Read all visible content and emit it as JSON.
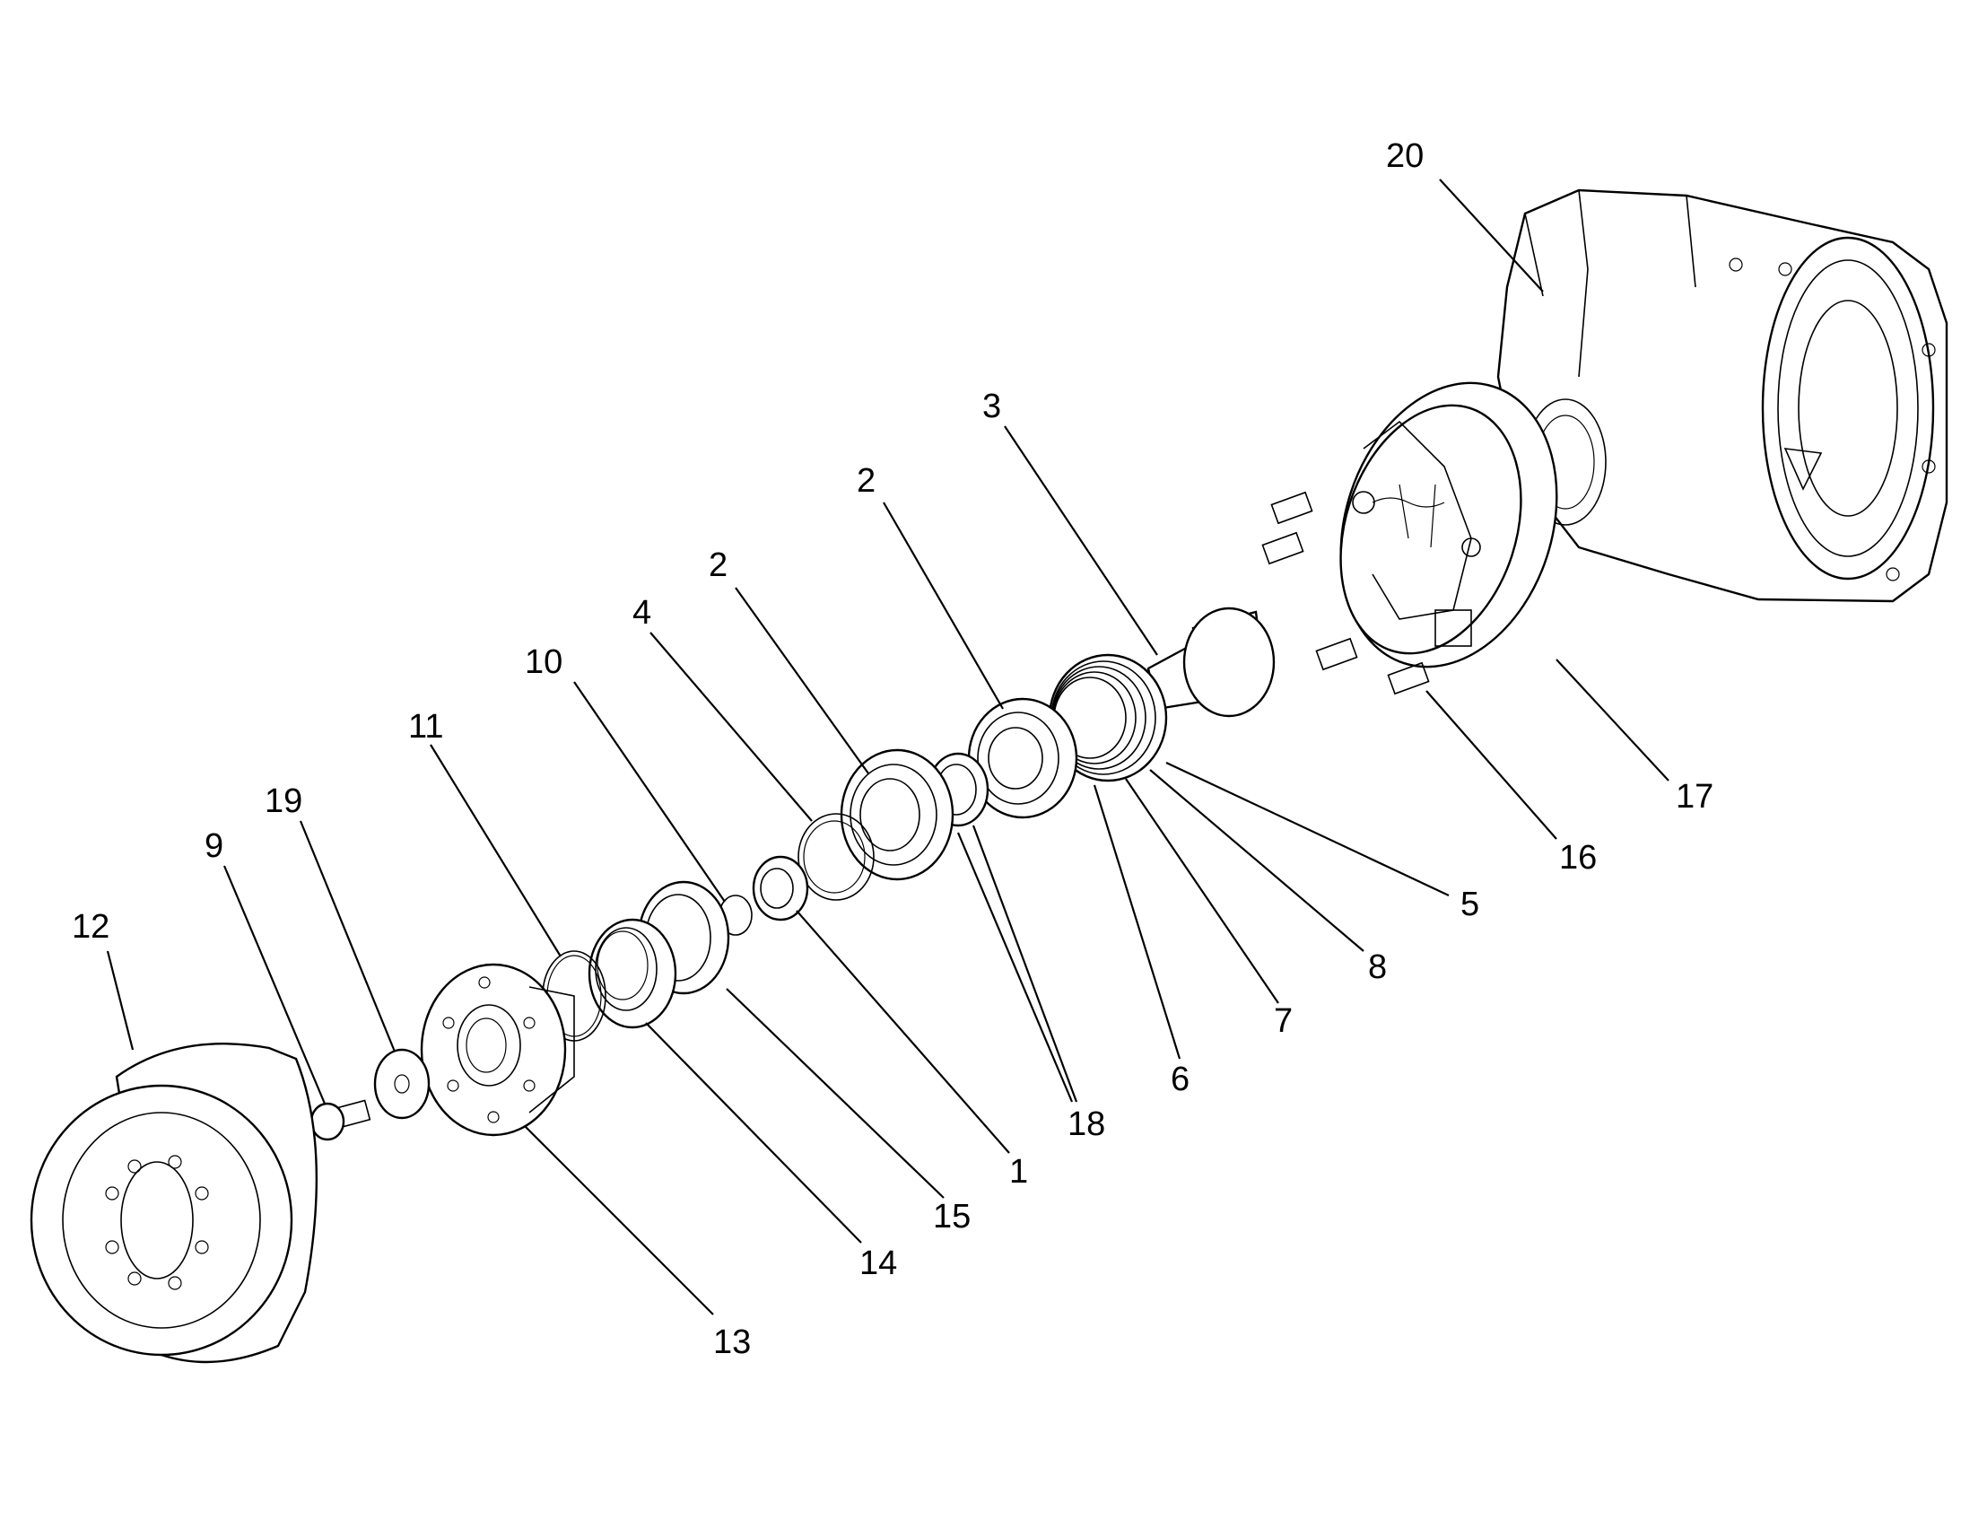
{
  "callouts": [
    {
      "id": "c20",
      "text": "20"
    },
    {
      "id": "c3",
      "text": "3"
    },
    {
      "id": "c2a",
      "text": "2"
    },
    {
      "id": "c2b",
      "text": "2"
    },
    {
      "id": "c4",
      "text": "4"
    },
    {
      "id": "c10",
      "text": "10"
    },
    {
      "id": "c11",
      "text": "11"
    },
    {
      "id": "c19",
      "text": "19"
    },
    {
      "id": "c9",
      "text": "9"
    },
    {
      "id": "c12",
      "text": "12"
    },
    {
      "id": "c17",
      "text": "17"
    },
    {
      "id": "c16",
      "text": "16"
    },
    {
      "id": "c5",
      "text": "5"
    },
    {
      "id": "c8",
      "text": "8"
    },
    {
      "id": "c7",
      "text": "7"
    },
    {
      "id": "c6",
      "text": "6"
    },
    {
      "id": "c18",
      "text": "18"
    },
    {
      "id": "c1",
      "text": "1"
    },
    {
      "id": "c15",
      "text": "15"
    },
    {
      "id": "c14",
      "text": "14"
    },
    {
      "id": "c13",
      "text": "13"
    }
  ]
}
